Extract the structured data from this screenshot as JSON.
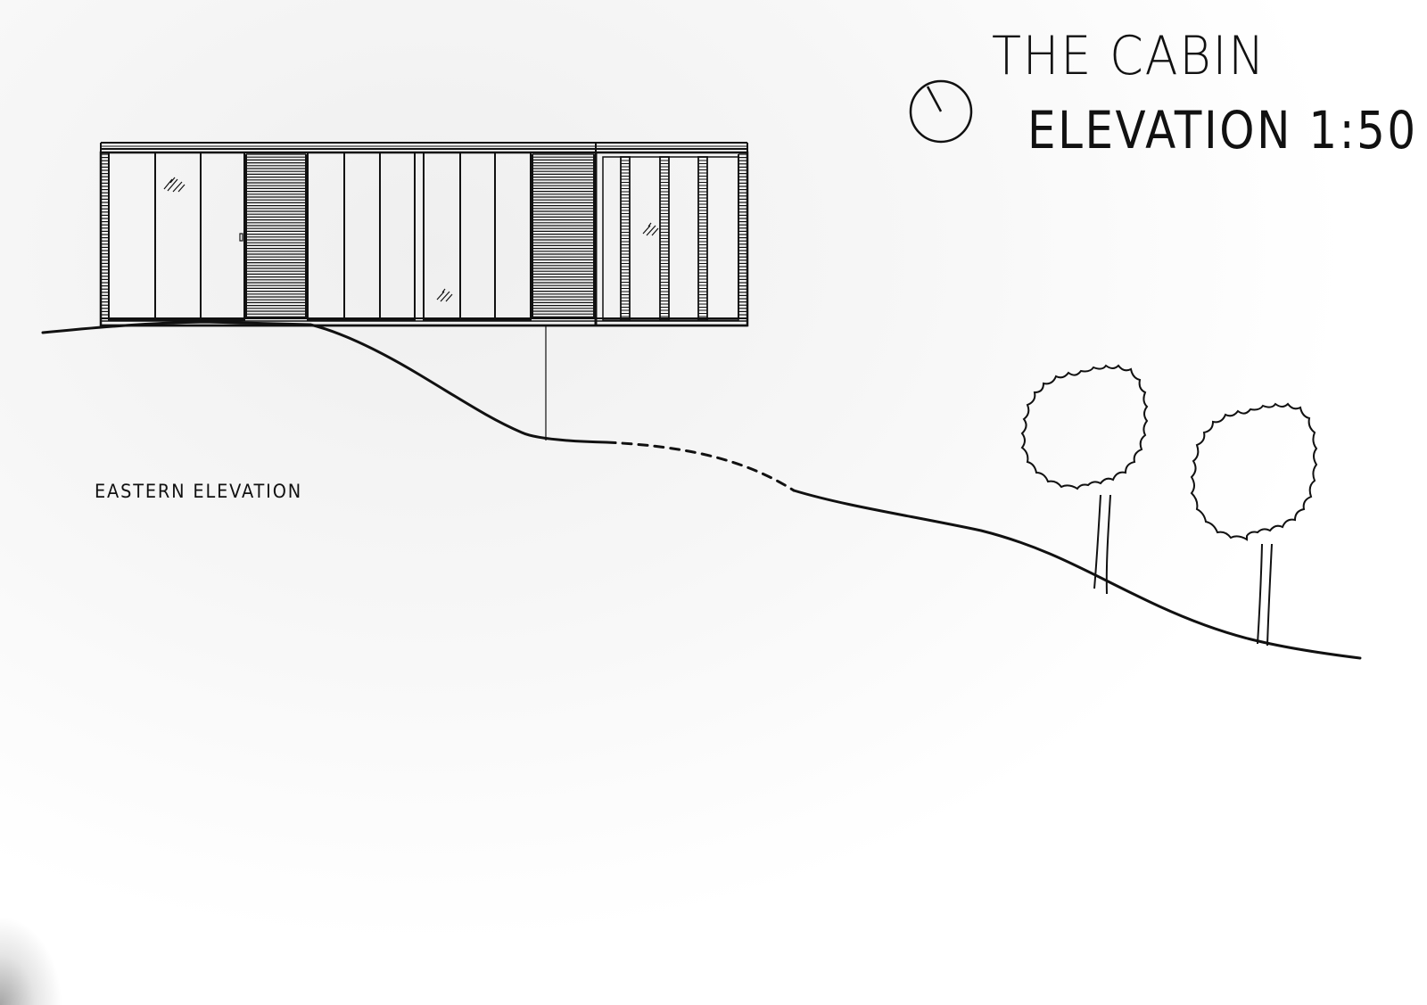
{
  "title": {
    "line1": "THE CABIN",
    "line2": "ELEVATION 1:50"
  },
  "view_label": "EASTERN ELEVATION",
  "symbols": {
    "north_marker": "north-arrow-icon",
    "glazing_marks": "glass-reflection-icon"
  },
  "colors": {
    "ink": "#111111",
    "paper": "#ffffff"
  }
}
